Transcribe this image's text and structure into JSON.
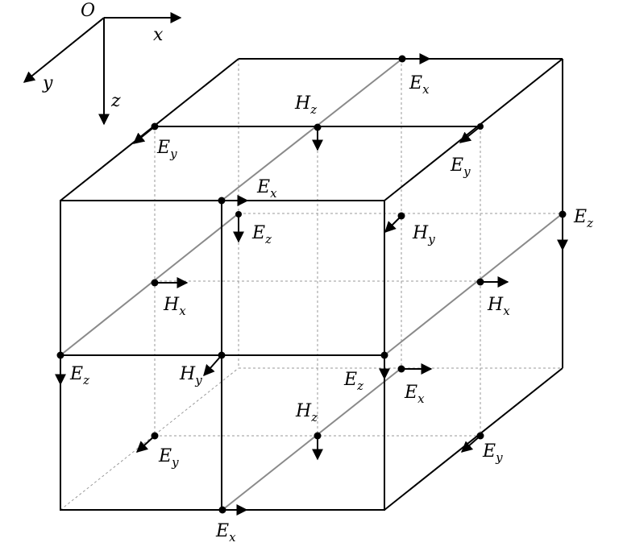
{
  "axes": {
    "origin": "O",
    "x": "x",
    "y": "y",
    "z": "z"
  },
  "labels": {
    "ex_top_back": {
      "main": "E",
      "sub": "x"
    },
    "hz_top": {
      "main": "H",
      "sub": "z"
    },
    "ey_top_left": {
      "main": "E",
      "sub": "y"
    },
    "ey_top_right": {
      "main": "E",
      "sub": "y"
    },
    "ex_top_front": {
      "main": "E",
      "sub": "x"
    },
    "ez_mid_center": {
      "main": "E",
      "sub": "z"
    },
    "hy_mid_right": {
      "main": "H",
      "sub": "y"
    },
    "ez_right": {
      "main": "E",
      "sub": "z"
    },
    "hx_left": {
      "main": "H",
      "sub": "x"
    },
    "hx_right": {
      "main": "H",
      "sub": "x"
    },
    "ez_left": {
      "main": "E",
      "sub": "z"
    },
    "hy_center": {
      "main": "H",
      "sub": "y"
    },
    "ez_center_right": {
      "main": "E",
      "sub": "z"
    },
    "ex_center_right": {
      "main": "E",
      "sub": "x"
    },
    "hz_bottom": {
      "main": "H",
      "sub": "z"
    },
    "ey_bottom_left": {
      "main": "E",
      "sub": "y"
    },
    "ey_bottom_right": {
      "main": "E",
      "sub": "y"
    },
    "ex_bottom": {
      "main": "E",
      "sub": "x"
    }
  }
}
